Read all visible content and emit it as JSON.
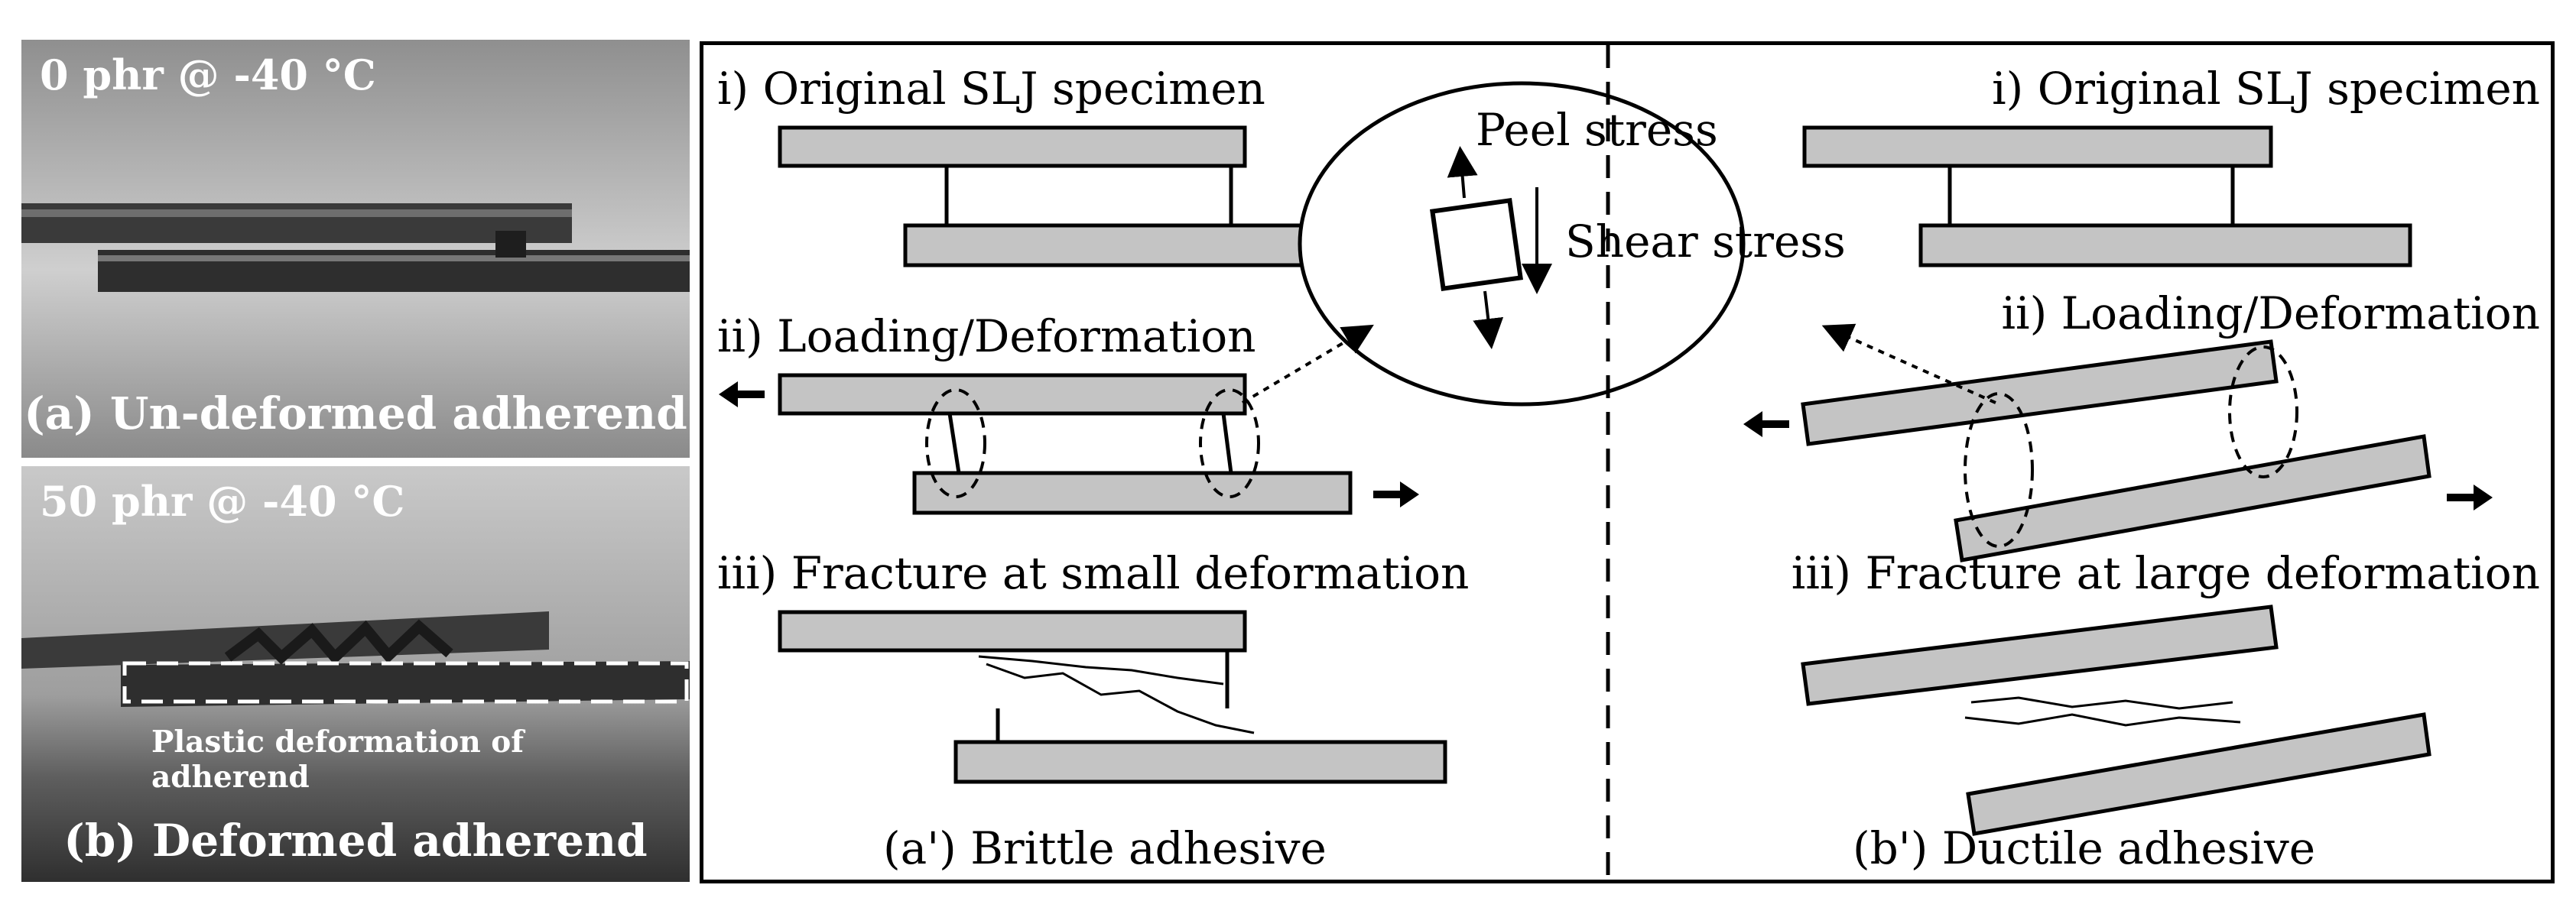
{
  "photos": {
    "top": {
      "condition": "0 phr @ -40 °C",
      "caption": "(a) Un-deformed adherend"
    },
    "bottom": {
      "condition": "50 phr @ -40 °C",
      "caption": "(b) Deformed adherend",
      "annotation": "Plastic deformation of adherend"
    }
  },
  "schematic": {
    "brittle": {
      "step1": "i) Original SLJ specimen",
      "step2": "ii) Loading/Deformation",
      "step3": "iii) Fracture at small deformation",
      "caption": "(a') Brittle adhesive"
    },
    "ductile": {
      "step1": "i) Original SLJ specimen",
      "step2": "ii) Loading/Deformation",
      "step3": "iii) Fracture at large deformation",
      "caption": "(b') Ductile adhesive"
    },
    "stress_callout": {
      "peel": "Peel stress",
      "shear": "Shear stress"
    }
  }
}
